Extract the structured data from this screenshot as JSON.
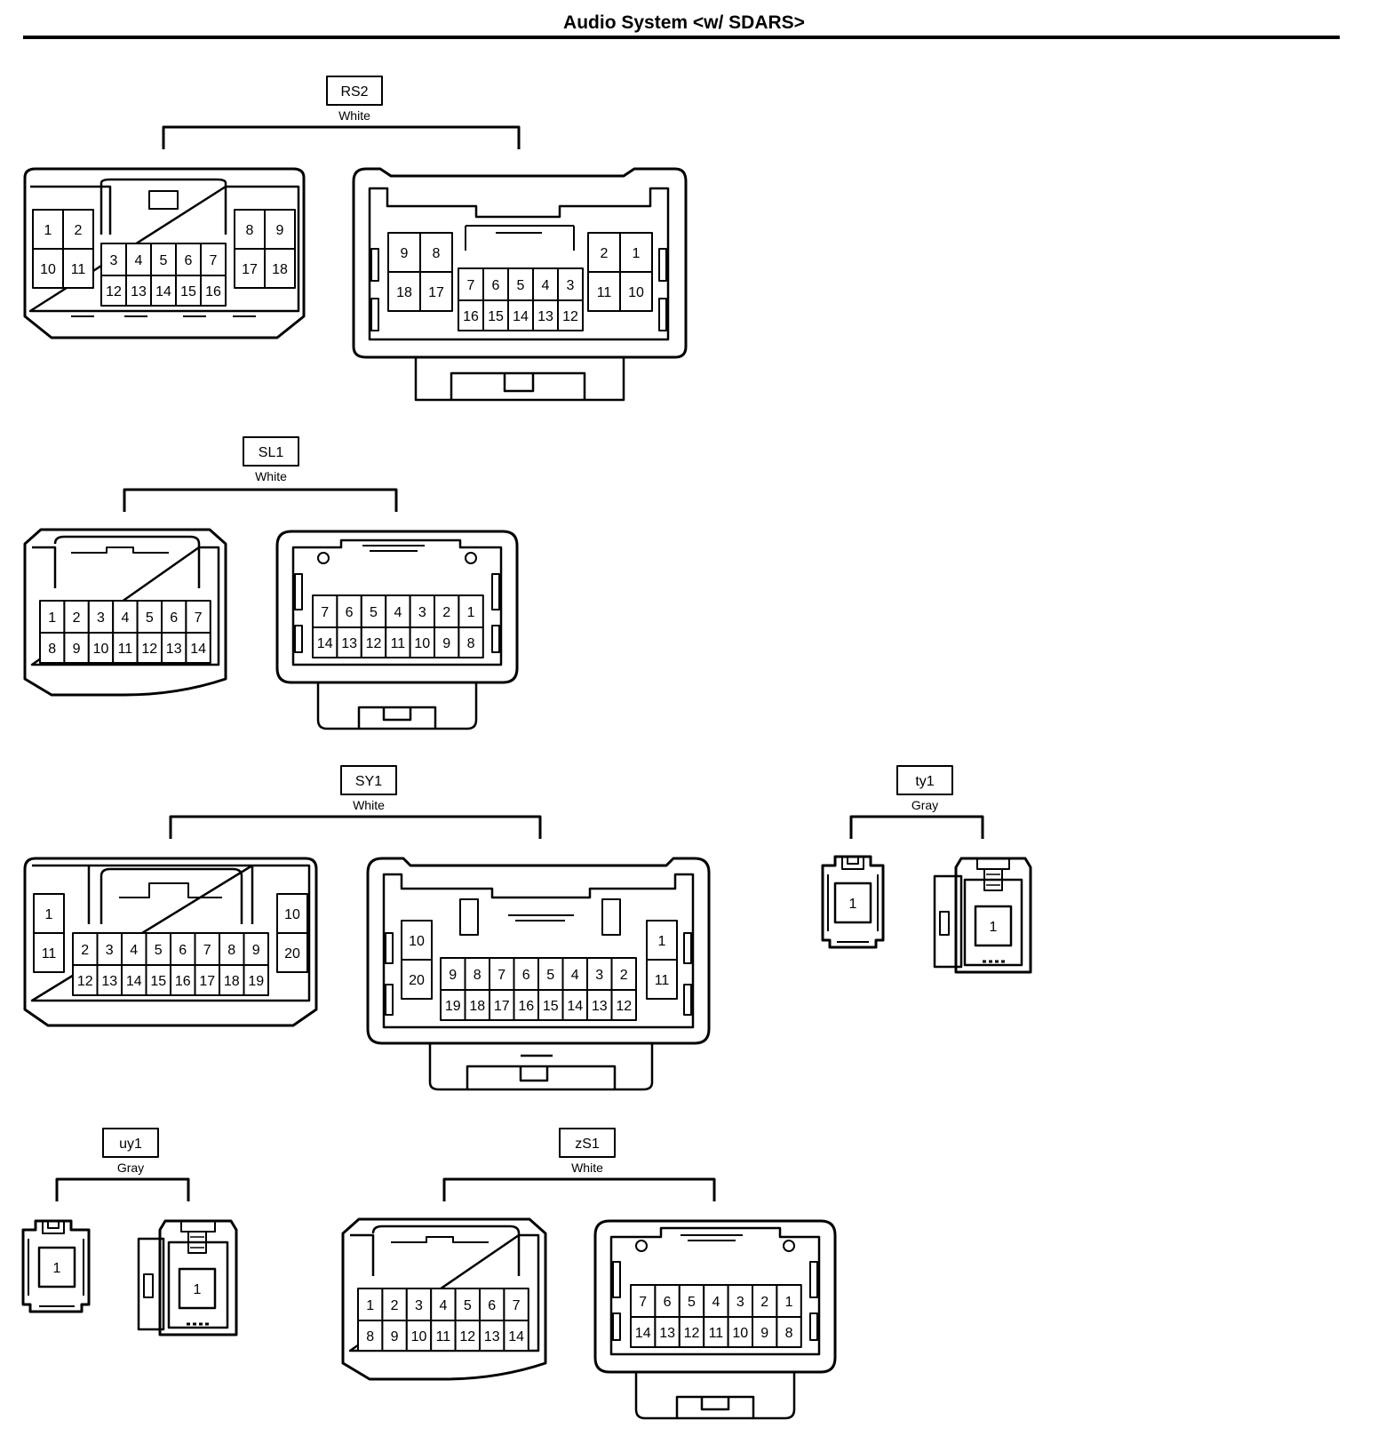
{
  "title": "Audio System <w/ SDARS>",
  "connectors": {
    "rs2": {
      "code": "RS2",
      "color": "White",
      "male_top_left": [
        "1",
        "2"
      ],
      "male_bot_left": [
        "10",
        "11"
      ],
      "male_top_mid": [
        "3",
        "4",
        "5",
        "6",
        "7"
      ],
      "male_bot_mid": [
        "12",
        "13",
        "14",
        "15",
        "16"
      ],
      "male_top_right": [
        "8",
        "9"
      ],
      "male_bot_right": [
        "17",
        "18"
      ],
      "female_top_left": [
        "9",
        "8"
      ],
      "female_bot_left": [
        "18",
        "17"
      ],
      "female_top_mid": [
        "7",
        "6",
        "5",
        "4",
        "3"
      ],
      "female_bot_mid": [
        "16",
        "15",
        "14",
        "13",
        "12"
      ],
      "female_top_right": [
        "2",
        "1"
      ],
      "female_bot_right": [
        "11",
        "10"
      ]
    },
    "sl1": {
      "code": "SL1",
      "color": "White",
      "male_top": [
        "1",
        "2",
        "3",
        "4",
        "5",
        "6",
        "7"
      ],
      "male_bot": [
        "8",
        "9",
        "10",
        "11",
        "12",
        "13",
        "14"
      ],
      "female_top": [
        "7",
        "6",
        "5",
        "4",
        "3",
        "2",
        "1"
      ],
      "female_bot": [
        "14",
        "13",
        "12",
        "11",
        "10",
        "9",
        "8"
      ]
    },
    "sy1": {
      "code": "SY1",
      "color": "White",
      "male_left": [
        "1",
        "11"
      ],
      "male_top_mid": [
        "2",
        "3",
        "4",
        "5",
        "6",
        "7",
        "8",
        "9"
      ],
      "male_bot_mid": [
        "12",
        "13",
        "14",
        "15",
        "16",
        "17",
        "18",
        "19"
      ],
      "male_right": [
        "10",
        "20"
      ],
      "female_left": [
        "10",
        "20"
      ],
      "female_top_mid": [
        "9",
        "8",
        "7",
        "6",
        "5",
        "4",
        "3",
        "2"
      ],
      "female_bot_mid": [
        "19",
        "18",
        "17",
        "16",
        "15",
        "14",
        "13",
        "12"
      ],
      "female_right": [
        "1",
        "11"
      ]
    },
    "ty1": {
      "code": "ty1",
      "color": "Gray",
      "male_pin": "1",
      "female_pin": "1"
    },
    "uy1": {
      "code": "uy1",
      "color": "Gray",
      "male_pin": "1",
      "female_pin": "1"
    },
    "zs1": {
      "code": "zS1",
      "color": "White",
      "male_top": [
        "1",
        "2",
        "3",
        "4",
        "5",
        "6",
        "7"
      ],
      "male_bot": [
        "8",
        "9",
        "10",
        "11",
        "12",
        "13",
        "14"
      ],
      "female_top": [
        "7",
        "6",
        "5",
        "4",
        "3",
        "2",
        "1"
      ],
      "female_bot": [
        "14",
        "13",
        "12",
        "11",
        "10",
        "9",
        "8"
      ]
    }
  }
}
